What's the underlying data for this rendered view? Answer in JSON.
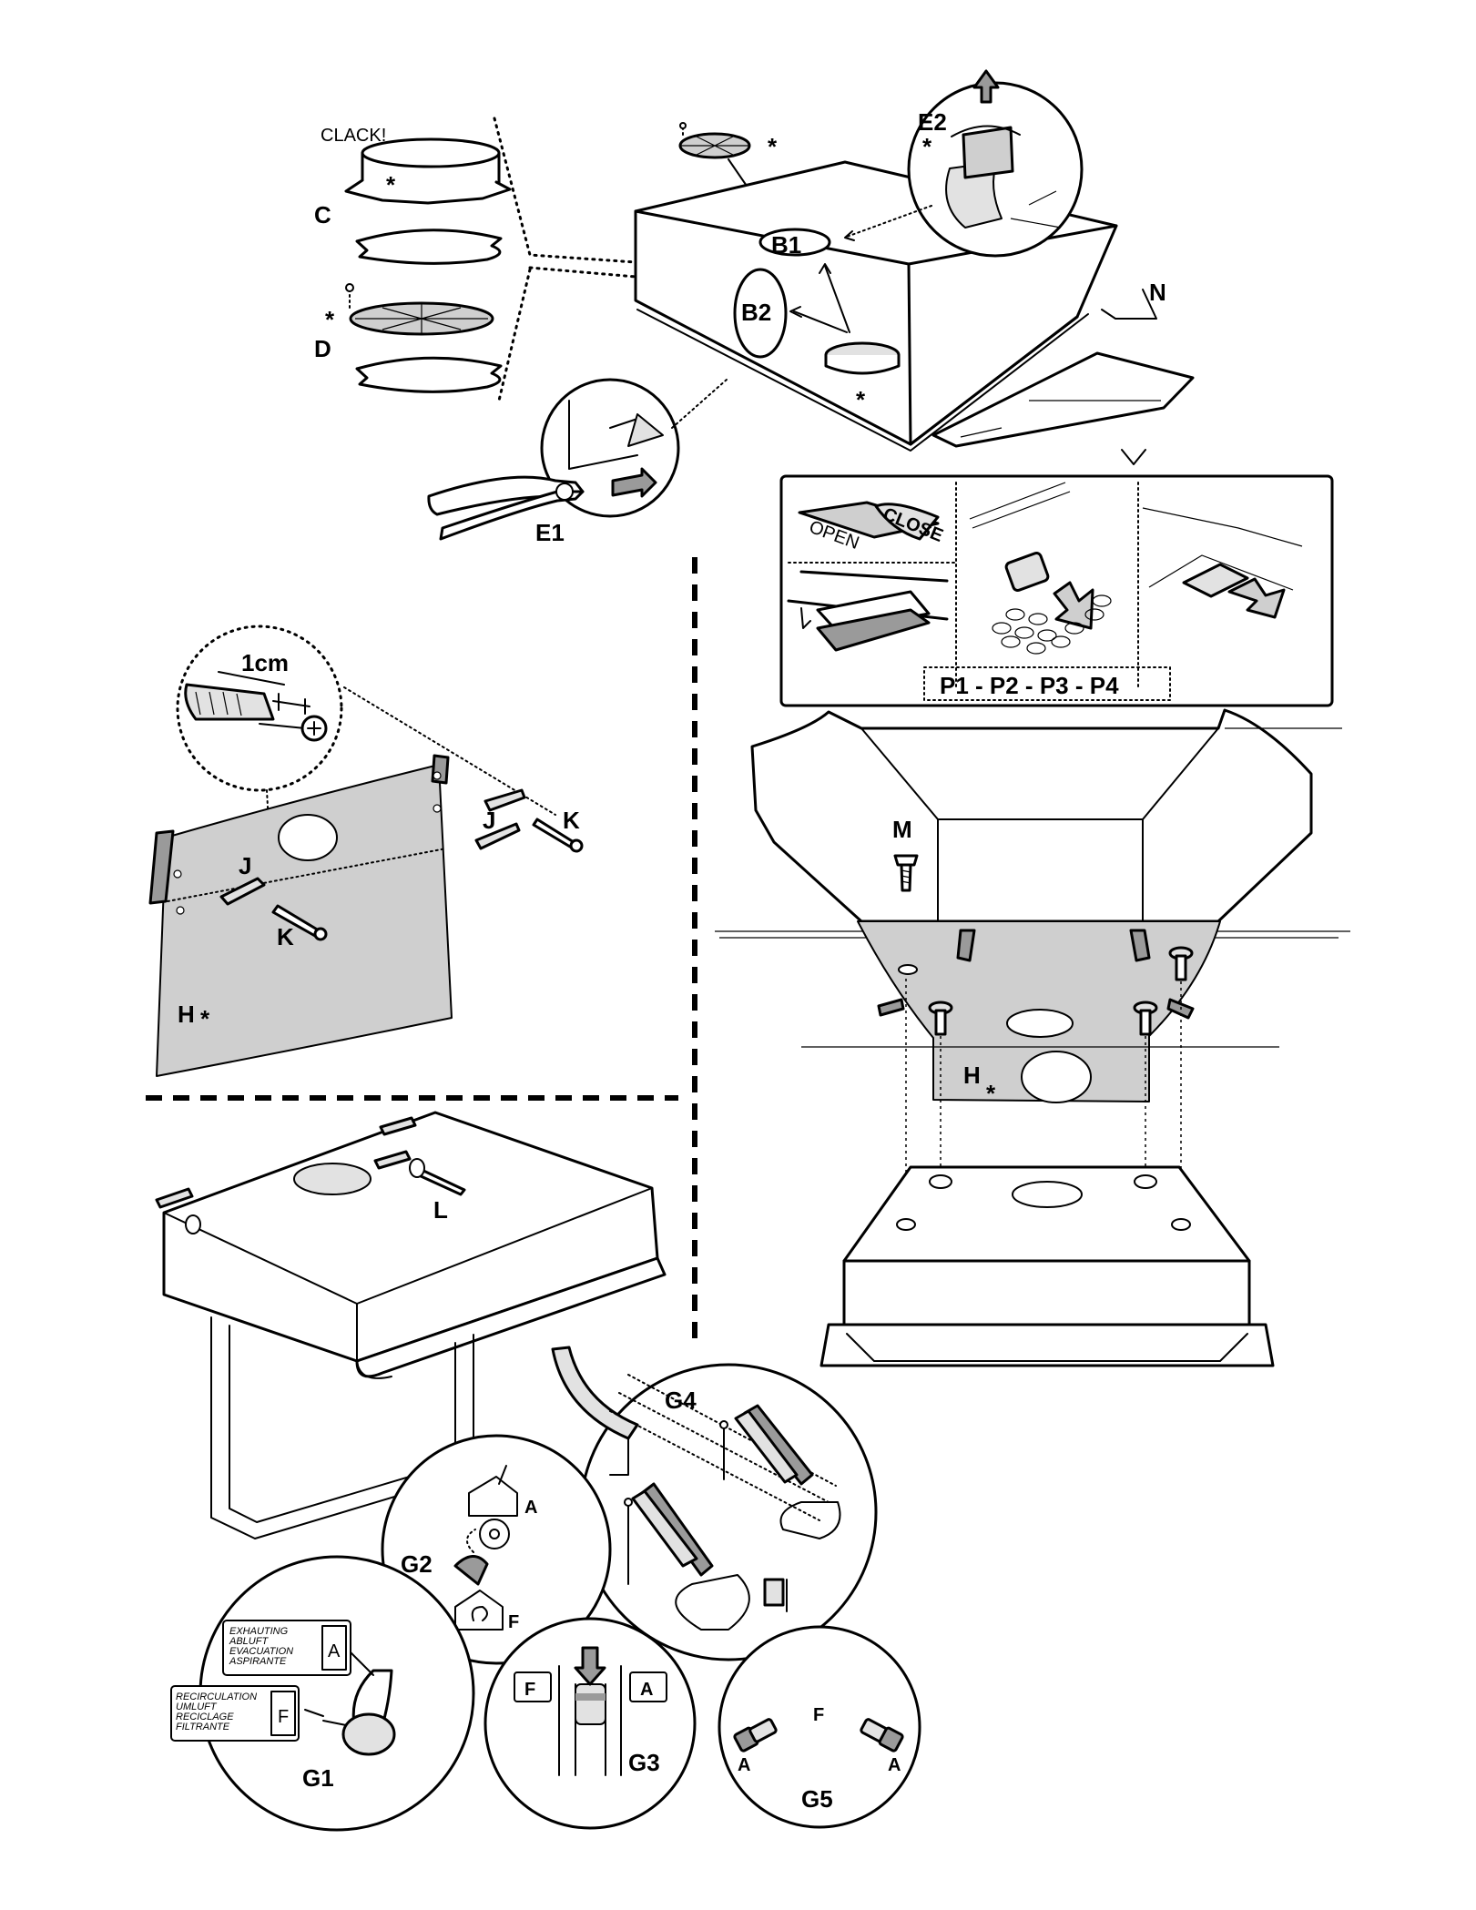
{
  "labels": {
    "clack": "CLACK!",
    "asterisk": "*",
    "C": "C",
    "D": "D",
    "B1": "B1",
    "B2": "B2",
    "E1": "E1",
    "E2": "E2",
    "N": "N",
    "open": "OPEN",
    "close": "CLOSE",
    "P": "P1 - P2 - P3 - P4",
    "onecm": "1cm",
    "J": "J",
    "K": "K",
    "H": "H",
    "M": "M",
    "L": "L",
    "A": "A",
    "F": "F",
    "G1": "G1",
    "G2": "G2",
    "G3": "G3",
    "G4": "G4",
    "G5": "G5"
  },
  "g1_exhaust": [
    "EXHAUTING",
    "ABLUFT",
    "EVACUATION",
    "ASPIRANTE"
  ],
  "g1_recirc": [
    "RECIRCULATION",
    "UMLUFT",
    "RECICLAGE",
    "FILTRANTE"
  ]
}
